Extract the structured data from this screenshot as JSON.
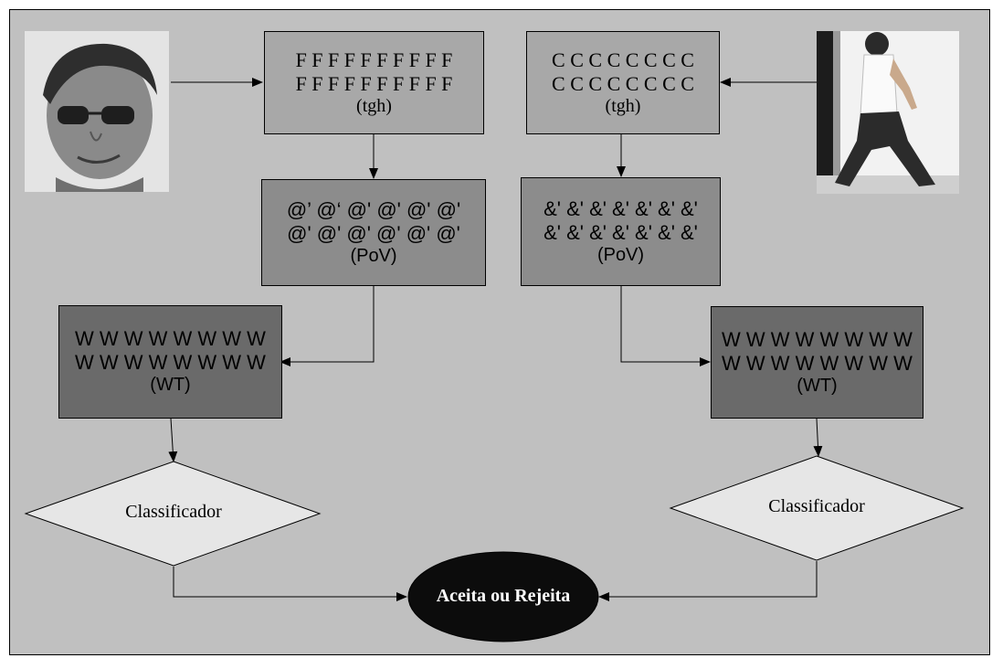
{
  "left_chain": {
    "feature_box": {
      "line1": "F F F F F F F F F F",
      "line2": "F F F F F F F F F F",
      "caption": "(tgh)"
    },
    "pov_box": {
      "line1": "@’ @‘ @' @' @' @'",
      "line2": "@' @' @' @' @' @'",
      "caption": "(PoV)"
    },
    "wt_box": {
      "line1": "W W W W W W W W",
      "line2": "W W W W W W W W",
      "caption": "(WT)"
    },
    "classifier": {
      "label": "Classificador"
    }
  },
  "right_chain": {
    "feature_box": {
      "line1": "C C C C C C C C",
      "line2": "C C C C C C C C",
      "caption": "(tgh)"
    },
    "pov_box": {
      "line1": "&' &' &' &' &' &' &'",
      "line2": "&' &' &' &' &' &' &'",
      "caption": "(PoV)"
    },
    "wt_box": {
      "line1": "W W W W W W W W",
      "line2": "W W W W W W W W",
      "caption": "(WT)"
    },
    "classifier": {
      "label": "Classificador"
    }
  },
  "decision": {
    "label": "Aceita ou Rejeita"
  },
  "colors": {
    "frame": "#c0c0c0",
    "box_light": "#a8a8a8",
    "box_mid": "#8c8c8c",
    "box_dark": "#6a6a6a",
    "diamond": "#e6e6e6",
    "oval": "#0c0c0c"
  }
}
